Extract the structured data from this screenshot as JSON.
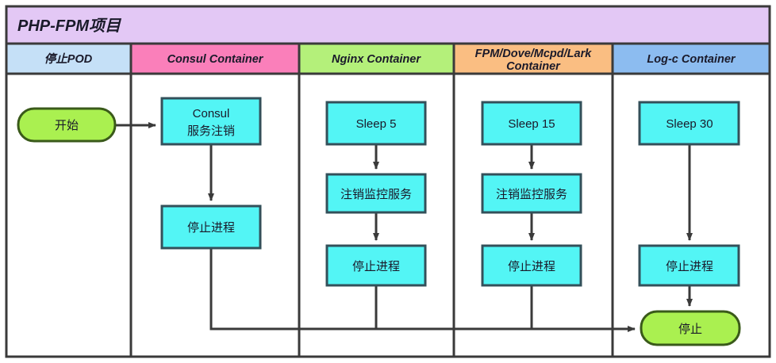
{
  "diagram": {
    "title": "PHP-FPM项目",
    "title_band_color": "#e3c8f5",
    "border_color": "#3a3a3a",
    "process_fill": "#53f5f5",
    "terminator_fill": "#aaf050"
  },
  "lanes": [
    {
      "label": "停止POD",
      "color": "#c5e0f7"
    },
    {
      "label": "Consul Container",
      "color": "#fa7fba"
    },
    {
      "label": "Nginx Container",
      "color": "#b4f07a"
    },
    {
      "label": "FPM/Dove/Mcpd/Lark",
      "label2": "Container",
      "color": "#fabe82"
    },
    {
      "label": "Log-c Container",
      "color": "#8cbcf0"
    }
  ],
  "nodes": {
    "start": "开始",
    "consul_deregister_l1": "Consul",
    "consul_deregister_l2": "服务注销",
    "consul_stop": "停止进程",
    "nginx_sleep": "Sleep 5",
    "nginx_unregister": "注销监控服务",
    "nginx_stop": "停止进程",
    "fpm_sleep": "Sleep 15",
    "fpm_unregister": "注销监控服务",
    "fpm_stop": "停止进程",
    "logc_sleep": "Sleep 30",
    "logc_stop": "停止进程",
    "end": "停止"
  }
}
